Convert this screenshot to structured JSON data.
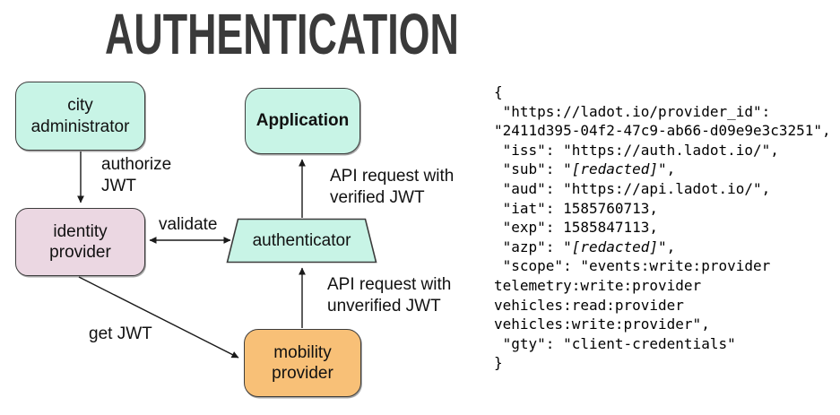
{
  "title": "AUTHENTICATION",
  "colors": {
    "mint": "#c8f4e6",
    "pink": "#ebd7e2",
    "orange": "#f8c077",
    "ink": "#3c3c3c",
    "text": "#111111",
    "title": "#3a3a3a"
  },
  "diagram": {
    "nodes": {
      "city_administrator": {
        "label": "city\nadministrator"
      },
      "identity_provider": {
        "label": "identity\nprovider"
      },
      "application": {
        "label": "Application"
      },
      "authenticator": {
        "label": "authenticator"
      },
      "mobility_provider": {
        "label": "mobility\nprovider"
      }
    },
    "edges": {
      "authorize_jwt": {
        "label": "authorize\nJWT"
      },
      "validate": {
        "label": "validate"
      },
      "verified_request": {
        "label": "API request with\nverified JWT"
      },
      "unverified_request": {
        "label": "API request with\nunverified JWT"
      },
      "get_jwt": {
        "label": "get JWT"
      }
    }
  },
  "code_panel": {
    "lines": [
      [
        {
          "t": "{"
        }
      ],
      [
        {
          "t": " \"https://ladot.io/provider_id\":"
        }
      ],
      [
        {
          "t": "\"2411d395-04f2-47c9-ab66-d09e9e3c3251\","
        }
      ],
      [
        {
          "t": " \"iss\": \"https://auth.ladot.io/\","
        }
      ],
      [
        {
          "t": " \"sub\": \""
        },
        {
          "t": "[redacted]",
          "i": true
        },
        {
          "t": "\","
        }
      ],
      [
        {
          "t": " \"aud\": \"https://api.ladot.io/\","
        }
      ],
      [
        {
          "t": " \"iat\": 1585760713,"
        }
      ],
      [
        {
          "t": " \"exp\": 1585847113,"
        }
      ],
      [
        {
          "t": " \"azp\": \""
        },
        {
          "t": "[redacted]",
          "i": true
        },
        {
          "t": "\","
        }
      ],
      [
        {
          "t": " \"scope\": \"events:write:provider"
        }
      ],
      [
        {
          "t": "telemetry:write:provider"
        }
      ],
      [
        {
          "t": "vehicles:read:provider"
        }
      ],
      [
        {
          "t": "vehicles:write:provider\","
        }
      ],
      [
        {
          "t": " \"gty\": \"client-credentials\""
        }
      ],
      [
        {
          "t": "}"
        }
      ]
    ]
  }
}
